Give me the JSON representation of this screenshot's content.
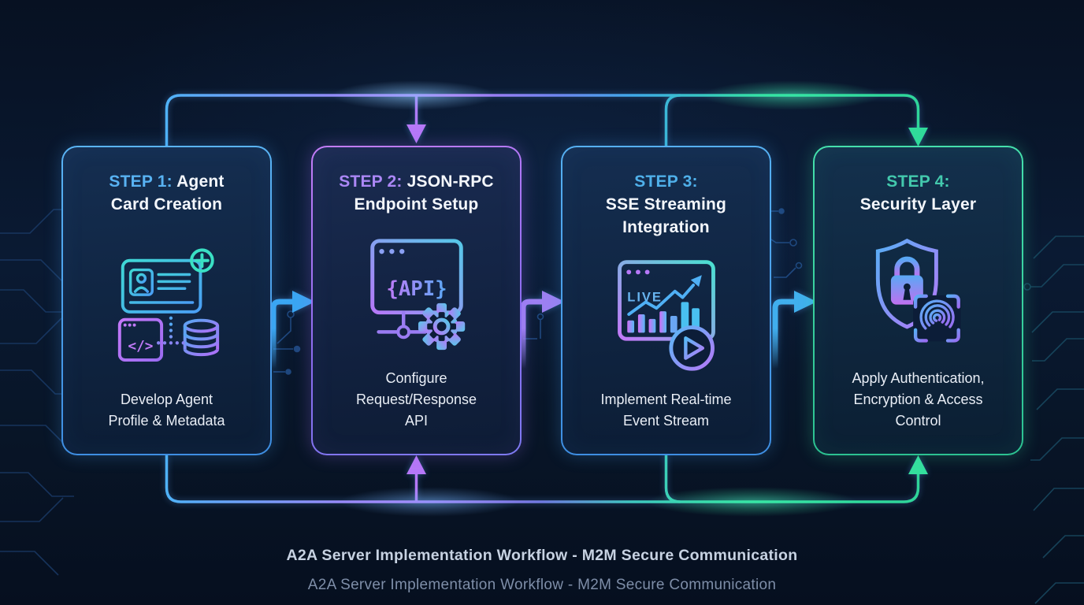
{
  "diagram": {
    "caption_bold": "A2A Server Implementation Workflow - M2M Secure Communication",
    "caption_sub": "A2A Server Implementation Workflow - M2M Secure Communication",
    "background_color": "#0a1a33",
    "accent_colors": {
      "blue": "#4fb2f8",
      "purple": "#b678f8",
      "teal": "#35dc9e"
    }
  },
  "steps": [
    {
      "title_prefix": "STEP 1:",
      "title_rest": " Agent\nCard Creation",
      "description": "Develop Agent\nProfile & Metadata",
      "accent": "#58b2f2",
      "border_color": "#4aa3f0",
      "icon": "agent-card-icon"
    },
    {
      "title_prefix": "STEP 2:",
      "title_rest": " JSON-RPC\nEndpoint Setup",
      "description": "Configure\nRequest/Response\nAPI",
      "accent": "#ab87f5",
      "border_color": "#a06ef5",
      "icon": "api-endpoint-gear-icon"
    },
    {
      "title_prefix": "STEP 3:",
      "title_rest": "SSE Streaming\nIntegration",
      "description": "Implement Real-time\nEvent Stream",
      "accent": "#4fb0ea",
      "border_color": "#4aa3f0",
      "icon": "live-stream-chart-icon"
    },
    {
      "title_prefix": "STEP 4:",
      "title_rest": "Security Layer",
      "description": "Apply Authentication,\nEncryption & Access\nControl",
      "accent": "#43c9ad",
      "border_color": "#38d6a0",
      "icon": "security-shield-fingerprint-icon"
    }
  ],
  "icon_labels": {
    "api_text": "{API}",
    "live_text": "LIVE",
    "code_text": "</>"
  }
}
